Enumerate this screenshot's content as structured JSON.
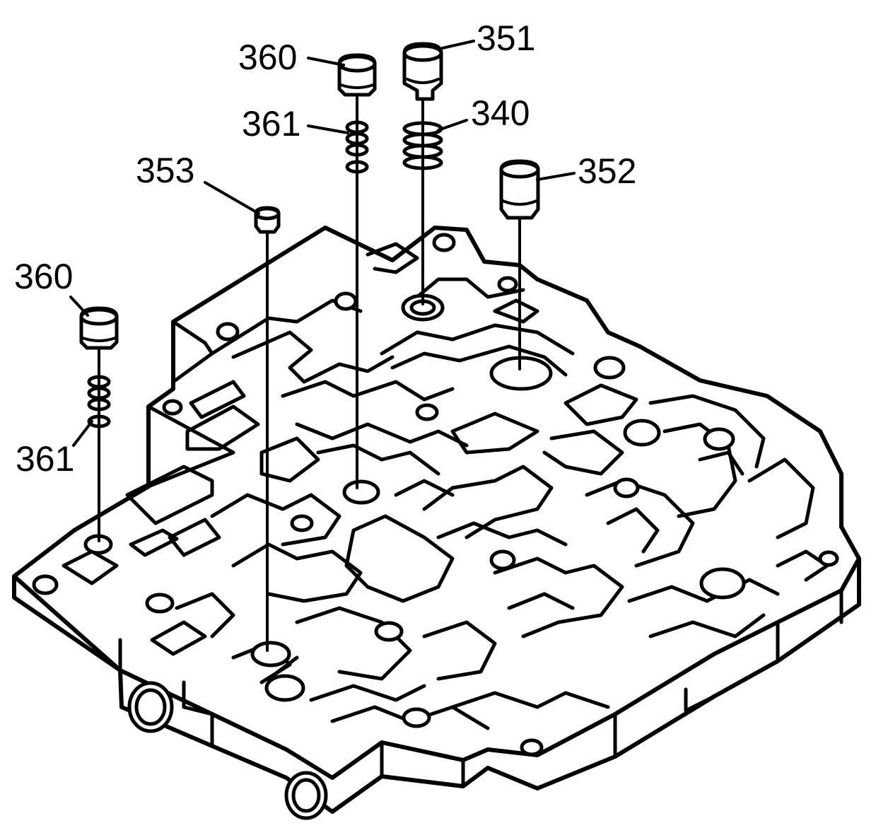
{
  "callouts": [
    {
      "id": "c360a",
      "text": "360"
    },
    {
      "id": "c351",
      "text": "351"
    },
    {
      "id": "c361a",
      "text": "361"
    },
    {
      "id": "c340",
      "text": "340"
    },
    {
      "id": "c353",
      "text": "353"
    },
    {
      "id": "c352",
      "text": "352"
    },
    {
      "id": "c360b",
      "text": "360"
    },
    {
      "id": "c361b",
      "text": "361"
    }
  ],
  "colors": {
    "ink": "#000000",
    "paper": "#ffffff"
  }
}
